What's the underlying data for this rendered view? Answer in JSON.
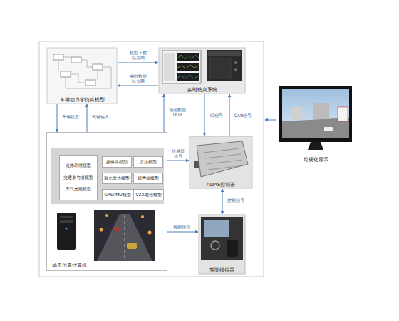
{
  "diagram": {
    "nodes": [
      {
        "text": [
          "车辆动力学仿真模型"
        ]
      },
      {
        "text": [
          "实时仿真系统"
        ]
      },
      {
        "text": [
          "场景仿真计算机"
        ]
      },
      {
        "text": [
          "道路环境模型",
          "交通参与者模型",
          "天气光照模型"
        ],
        "in": 2
      },
      {
        "text": [
          "摄像头模型"
        ],
        "in": 2
      },
      {
        "text": [
          "雷达模型"
        ],
        "in": 2
      },
      {
        "text": [
          "激光雷达模型"
        ],
        "in": 2
      },
      {
        "text": [
          "超声波模型"
        ],
        "in": 2
      },
      {
        "text": [
          "GPS/IMU模型"
        ],
        "in": 2
      },
      {
        "text": [
          "V2X通信模型"
        ],
        "in": 2
      },
      {
        "text": [
          "ADAS控制器"
        ]
      },
      {
        "text": [
          "驾驶模拟器"
        ]
      },
      {
        "text": [
          "可视化显示"
        ]
      }
    ],
    "edges": [
      {
        "from": 0,
        "to": 1,
        "arrow": "to",
        "label": "模型下载 以太网"
      },
      {
        "from": 1,
        "to": 0,
        "arrow": "to",
        "label": "实时数据 以太网"
      },
      {
        "from": 0,
        "to": 2,
        "arrow": "to",
        "label": "车辆状态"
      },
      {
        "from": 2,
        "to": 0,
        "arrow": "to",
        "label": "驾驶输入"
      },
      {
        "from": 2,
        "to": 1,
        "arrow": "to",
        "label": "场景数据 UDP"
      },
      {
        "from": 1,
        "to": 10,
        "arrow": "to",
        "label": "IO信号"
      },
      {
        "from": 10,
        "to": 1,
        "arrow": "to",
        "label": "CAN信号"
      },
      {
        "from": 2,
        "to": 10,
        "arrow": "to",
        "label": "传感器 信号"
      },
      {
        "from": 2,
        "to": 11,
        "arrow": "to",
        "label": "视频信号"
      },
      {
        "from": 11,
        "to": 10,
        "arrow": "both",
        "label": "控制信号"
      }
    ]
  }
}
